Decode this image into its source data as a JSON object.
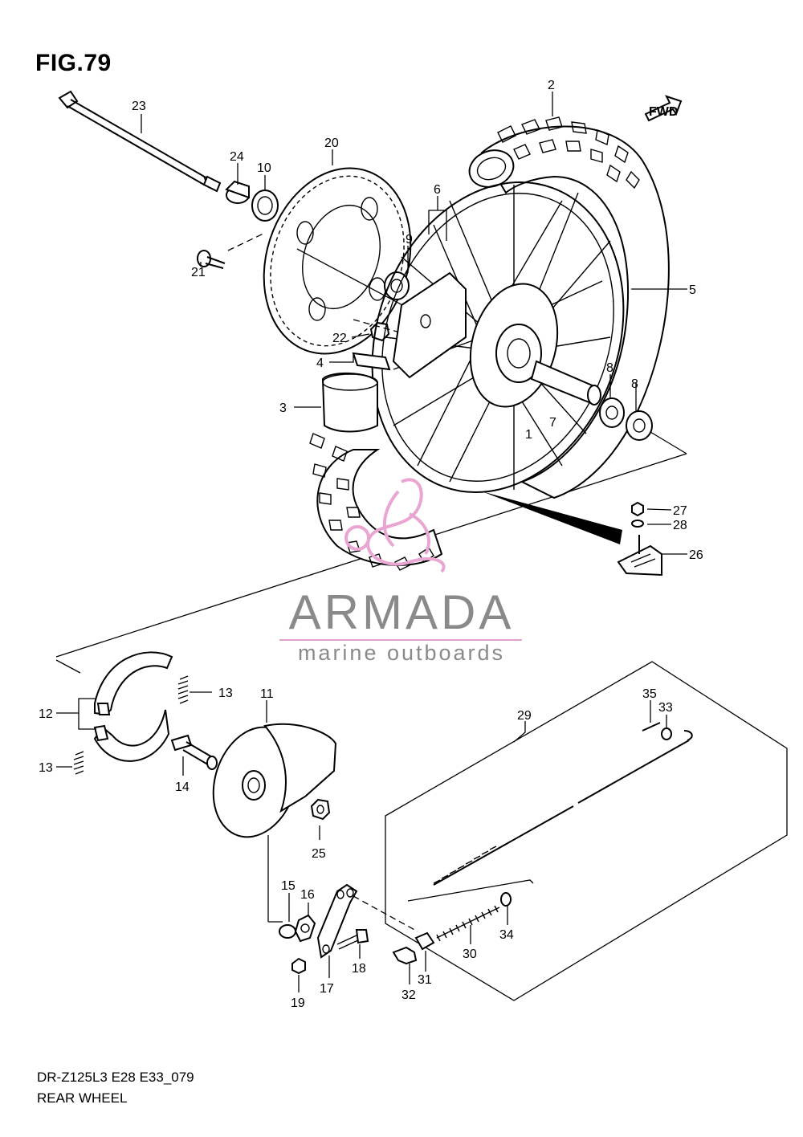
{
  "figure": {
    "title": "FIG.79",
    "model_code": "DR-Z125L3 E28 E33_079",
    "section_name": "REAR WHEEL",
    "direction_tag": "FWD"
  },
  "watermark": {
    "brand": "ARMADA",
    "tagline": "marine outboards",
    "color": "#e9a6d3"
  },
  "callouts": [
    "1",
    "2",
    "3",
    "4",
    "5",
    "6",
    "7",
    "8",
    "8",
    "9",
    "10",
    "11",
    "12",
    "13",
    "13",
    "14",
    "15",
    "16",
    "17",
    "18",
    "19",
    "20",
    "21",
    "22",
    "23",
    "24",
    "25",
    "26",
    "27",
    "28",
    "29",
    "30",
    "31",
    "32",
    "33",
    "34",
    "35"
  ]
}
